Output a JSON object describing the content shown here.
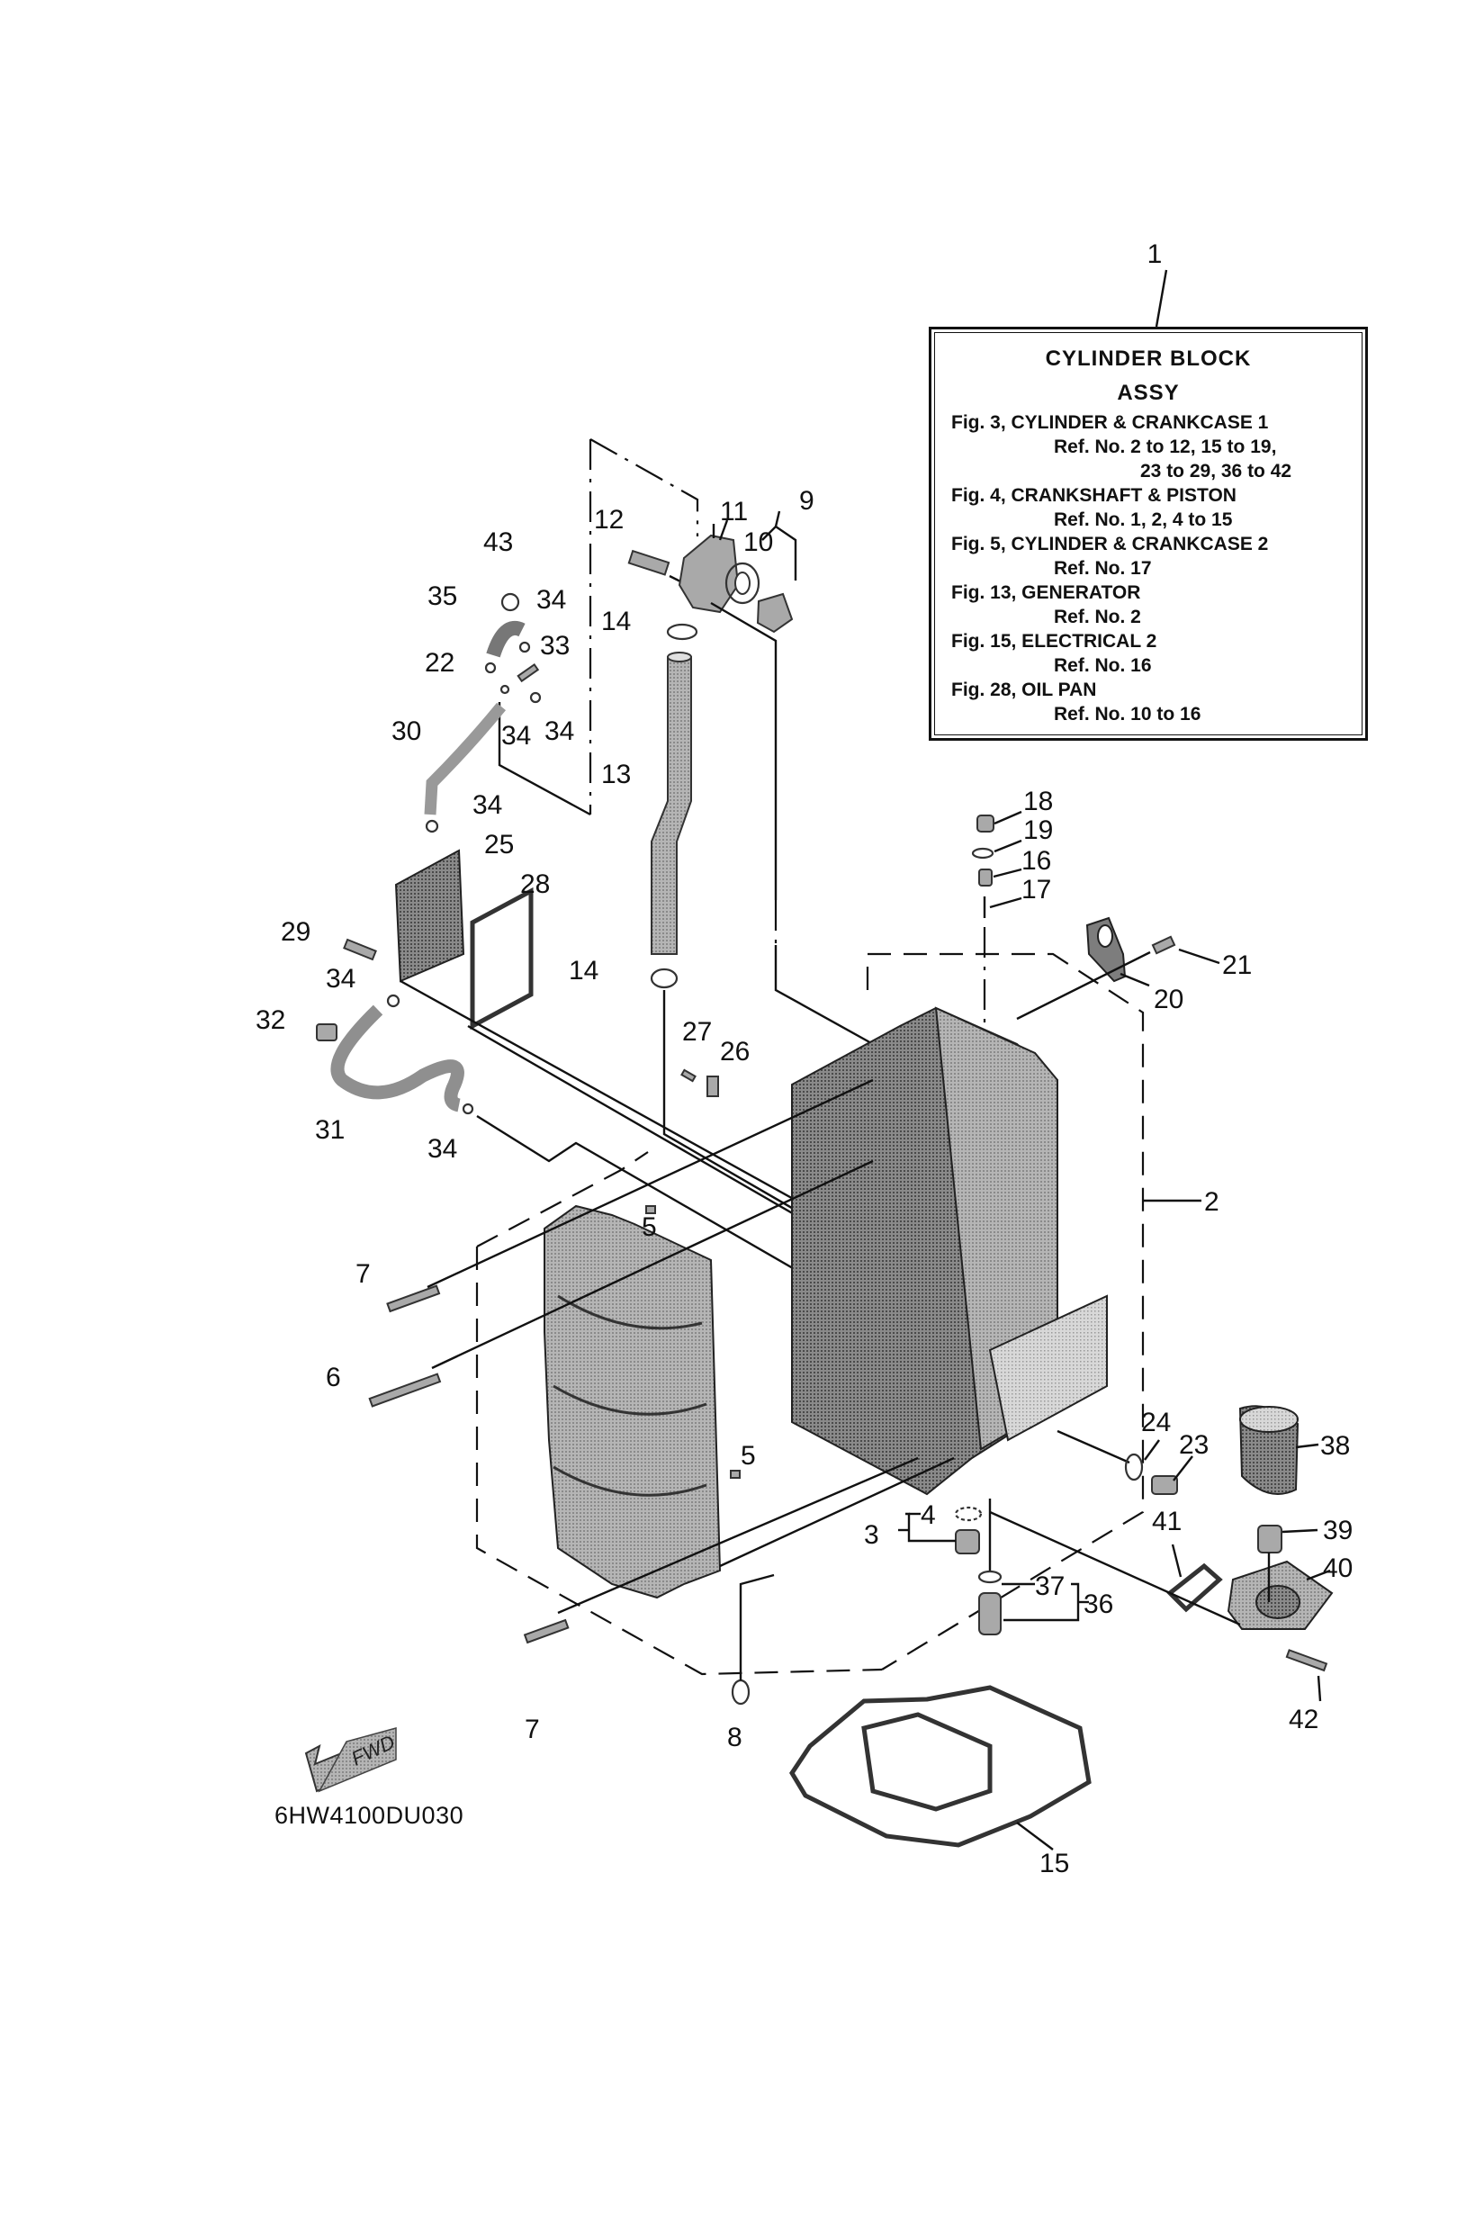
{
  "legend": {
    "callout": "1",
    "title_line1": "CYLINDER  BLOCK",
    "title_line2": "ASSY",
    "entries": [
      {
        "fig": "Fig. 3, CYLINDER & CRANKCASE 1",
        "refs": [
          "Ref. No. 2 to 12, 15 to 19,",
          "23 to 29, 36 to 42"
        ]
      },
      {
        "fig": "Fig. 4, CRANKSHAFT & PISTON",
        "refs": [
          "Ref. No. 1, 2, 4 to 15"
        ]
      },
      {
        "fig": "Fig. 5, CYLINDER & CRANKCASE 2",
        "refs": [
          "Ref. No. 17"
        ]
      },
      {
        "fig": "Fig. 13, GENERATOR",
        "refs": [
          "Ref. No. 2"
        ]
      },
      {
        "fig": "Fig. 15, ELECTRICAL 2",
        "refs": [
          "Ref. No. 16"
        ]
      },
      {
        "fig": "Fig. 28, OIL PAN",
        "refs": [
          "Ref. No. 10 to 16"
        ]
      }
    ]
  },
  "callouts": {
    "c2": "2",
    "c3": "3",
    "c4": "4",
    "c5a": "5",
    "c5b": "5",
    "c6": "6",
    "c7a": "7",
    "c7b": "7",
    "c8": "8",
    "c9": "9",
    "c10": "10",
    "c11": "11",
    "c12": "12",
    "c13": "13",
    "c14a": "14",
    "c14b": "14",
    "c15": "15",
    "c16": "16",
    "c17": "17",
    "c18": "18",
    "c19": "19",
    "c20": "20",
    "c21": "21",
    "c22": "22",
    "c23": "23",
    "c24": "24",
    "c25": "25",
    "c26": "26",
    "c27": "27",
    "c28": "28",
    "c29": "29",
    "c30": "30",
    "c31": "31",
    "c32": "32",
    "c33": "33",
    "c34a": "34",
    "c34b": "34",
    "c34c": "34",
    "c34d": "34",
    "c34e": "34",
    "c34f": "34",
    "c35": "35",
    "c36": "36",
    "c37": "37",
    "c38": "38",
    "c39": "39",
    "c40": "40",
    "c41": "41",
    "c42": "42",
    "c43": "43"
  },
  "fwd_arrow": {
    "label": "FWD",
    "icon": "forward-direction-arrow-icon"
  },
  "drawing_code": "6HW4100DU030"
}
